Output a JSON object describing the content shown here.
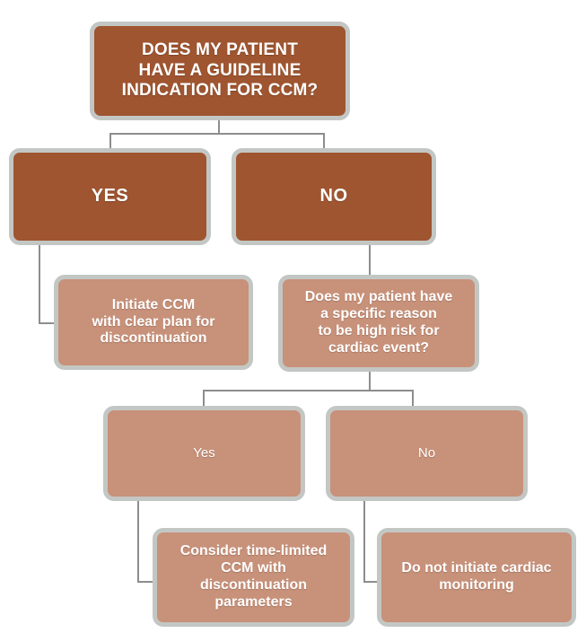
{
  "diagram": {
    "title": "CCM guideline-indication decision flowchart",
    "colors": {
      "dark_node_fill": "#9e5530",
      "light_node_fill": "#c89179",
      "node_border": "#c3c7c4",
      "connector_line": "#8d8d8d",
      "node_text": "#ffffff",
      "background": "#ffffff"
    },
    "nodes": [
      {
        "id": "root",
        "label": "DOES MY PATIENT\nHAVE A GUIDELINE\nINDICATION FOR CCM?",
        "style": "dark",
        "level": 0
      },
      {
        "id": "yes",
        "label": "YES",
        "style": "dark",
        "level": 1
      },
      {
        "id": "no",
        "label": "NO",
        "style": "dark",
        "level": 1
      },
      {
        "id": "initiate",
        "label": "Initiate CCM\nwith clear plan for\ndiscontinuation",
        "style": "light",
        "level": 2
      },
      {
        "id": "risk_question",
        "label": "Does my patient have\na specific reason\nto be high risk for\ncardiac event?",
        "style": "light",
        "level": 2
      },
      {
        "id": "yes2",
        "label": "Yes",
        "style": "light",
        "level": 3
      },
      {
        "id": "no2",
        "label": "No",
        "style": "light",
        "level": 3
      },
      {
        "id": "time_limited",
        "label": "Consider time-limited\nCCM with\ndiscontinuation\nparameters",
        "style": "light",
        "level": 4
      },
      {
        "id": "do_not_initiate",
        "label": "Do not initiate cardiac\nmonitoring",
        "style": "light",
        "level": 4
      }
    ],
    "edges": [
      {
        "from": "root",
        "to": "yes"
      },
      {
        "from": "root",
        "to": "no"
      },
      {
        "from": "yes",
        "to": "initiate"
      },
      {
        "from": "no",
        "to": "risk_question"
      },
      {
        "from": "risk_question",
        "to": "yes2"
      },
      {
        "from": "risk_question",
        "to": "no2"
      },
      {
        "from": "yes2",
        "to": "time_limited"
      },
      {
        "from": "no2",
        "to": "do_not_initiate"
      }
    ]
  }
}
